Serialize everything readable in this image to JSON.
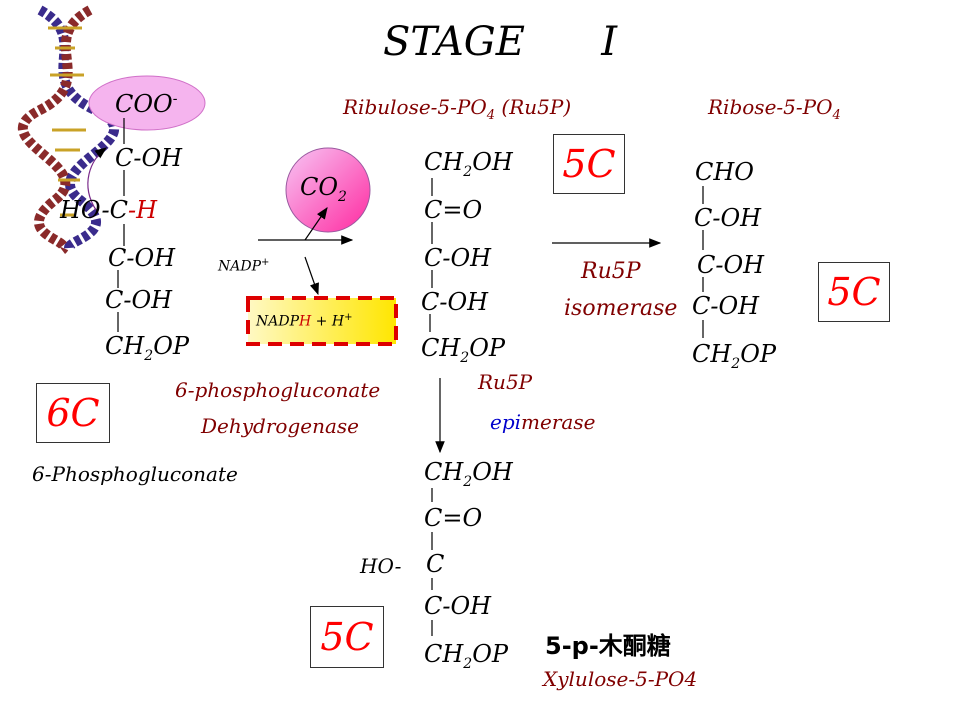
{
  "title": "STAGE      I",
  "phosphogluconate": {
    "carboxyl": "COO-",
    "c2": "C-OH",
    "c3_left": "HO-",
    "c3_c": "C",
    "c3_h": "-H",
    "c4": "C-OH",
    "c5": "C-OH",
    "c6": "CH2OP",
    "carbon_count": "6C",
    "name": "6-Phosphogluconate"
  },
  "reaction1": {
    "co2": "CO2",
    "nadp": "NADP+",
    "nadph": "NADPH + H+",
    "enzyme_line1": "6-phosphogluconate",
    "enzyme_line2": "Dehydrogenase"
  },
  "ribulose": {
    "name": "Ribulose-5-PO4 (Ru5P)",
    "c1": "CH2OH",
    "c2": "C=O",
    "c3": "C-OH",
    "c4": "C-OH",
    "c5": "CH2OP",
    "carbon_count": "5C"
  },
  "isomerase": {
    "line1": "Ru5P",
    "line2": "isomerase"
  },
  "ribose": {
    "name": "Ribose-5-PO4",
    "c1": "CHO",
    "c2": "C-OH",
    "c3": "C-OH",
    "c4": "C-OH",
    "c5": "CH2OP",
    "carbon_count": "5C"
  },
  "epimerase": {
    "line1": "Ru5P",
    "line2_colored": "epi",
    "line2_rest": "merase"
  },
  "xylulose": {
    "c1": "CH2OH",
    "c2": "C=O",
    "c3_left": "HO-",
    "c3": "C",
    "c4": "C-OH",
    "c5": "CH2OP",
    "carbon_count": "5C",
    "chinese_name": "5-p-木酮糖",
    "name": "Xylulose-5-PO4"
  },
  "colors": {
    "title": "#000000",
    "labels": "#800000",
    "highlight": "#ff0000",
    "blue": "#0000cc"
  }
}
